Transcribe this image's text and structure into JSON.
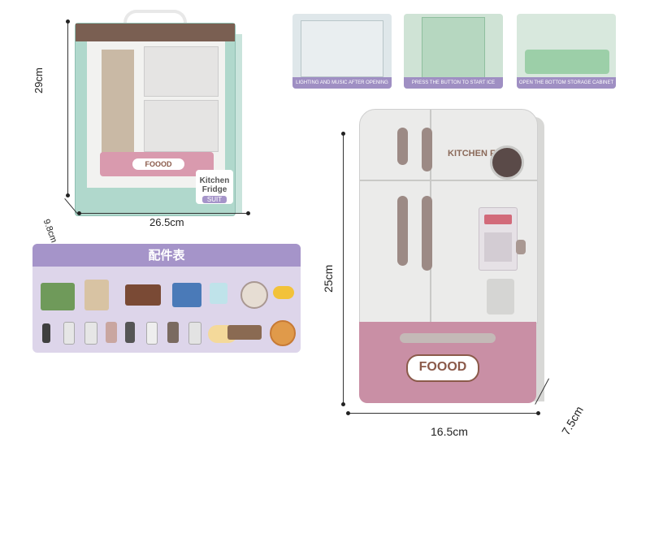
{
  "box": {
    "width_label": "26.5cm",
    "height_label": "29cm",
    "depth_label": "9.8cm",
    "product_name": "Kitchen Fridge",
    "suit_label": "SUIT",
    "brand": "FOOOD"
  },
  "accessories": {
    "title": "配件表"
  },
  "features": [
    {
      "caption": "LIGHTING AND MUSIC AFTER OPENING DOORS"
    },
    {
      "caption": "PRESS THE BUTTON TO START ICE MAKING"
    },
    {
      "caption": "OPEN THE BOTTOM STORAGE CABINET"
    }
  ],
  "fridge": {
    "height_label": "25cm",
    "width_label": "16.5cm",
    "depth_label": "7.5cm",
    "brand_label": "FOOOD",
    "kitchen_label": "KITCHEN FOOD"
  },
  "colors": {
    "box_green": "#b0d8cc",
    "panel_purple": "#a594c9",
    "drawer_pink": "#c98fa5",
    "fridge_white": "#ebebea"
  }
}
